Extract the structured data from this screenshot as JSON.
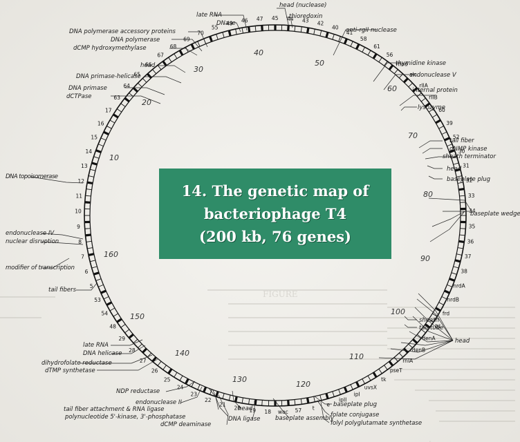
{
  "title": {
    "line1": "14. The genetic map of",
    "line2": "bacteriophage T4",
    "line3": "(200 kb, 76 genes)"
  },
  "scale_numbers": [
    "40",
    "50",
    "60",
    "70",
    "80",
    "90",
    "100",
    "110",
    "120",
    "130",
    "140",
    "150",
    "160",
    "10",
    "20",
    "30"
  ],
  "function_labels": [
    "late RNA",
    "DNase",
    "head (nuclease)",
    "thioredoxin",
    "anti-rgII nuclease",
    "DNA polymerase accessory proteins",
    "DNA polymerase",
    "dCMP hydroxymethylase",
    "head",
    "DNA primase-helicase",
    "DNA primase",
    "dCTPase",
    "thymidine kinase",
    "endonuclease V",
    "internal protein",
    "lysozyme",
    "tail fiber",
    "dNMP kinase",
    "sheath terminator",
    "head",
    "baseplate plug",
    "baseplate wedge",
    "head",
    "sheath",
    "tail tube",
    "DNA topoisomerase",
    "endonuclease IV",
    "nuclear disruption",
    "modifier of transcription",
    "tail fibers",
    "late RNA",
    "DNA helicase",
    "dihydrofolate reductase",
    "dTMP synthetase",
    "NDP reductase",
    "endonuclease II",
    "tail fiber attachment & RNA ligase",
    "polynucleotide 5'-kinase, 3'-phosphatase",
    "dCMP deaminase",
    "head",
    "DNA ligase",
    "baseplate assembly",
    "baseplate plug",
    "folate conjugase",
    "folyl polyglutamate synthetase"
  ],
  "gene_labels": [
    "55",
    "49",
    "46",
    "47",
    "45",
    "44",
    "43",
    "42",
    "40",
    "41",
    "58",
    "61",
    "56",
    "mod",
    "alc",
    "rIIA",
    "rIIB",
    "60",
    "39",
    "52",
    "30",
    "31",
    "32",
    "33",
    "34",
    "35",
    "36",
    "37",
    "38",
    "nrdA",
    "nrdB",
    "frd",
    "td",
    "denA",
    "denB",
    "rnlA",
    "pseT",
    "tk",
    "uvsX",
    "ipI",
    "ipII",
    "e",
    "t",
    "57",
    "wac",
    "18",
    "19",
    "20",
    "21",
    "22",
    "23",
    "24",
    "25",
    "26",
    "27",
    "28",
    "29",
    "48",
    "54",
    "53",
    "5",
    "6",
    "7",
    "8",
    "9",
    "10",
    "11",
    "12",
    "13",
    "14",
    "15",
    "16",
    "17",
    "63",
    "64",
    "65",
    "66",
    "67",
    "68",
    "69",
    "70"
  ]
}
